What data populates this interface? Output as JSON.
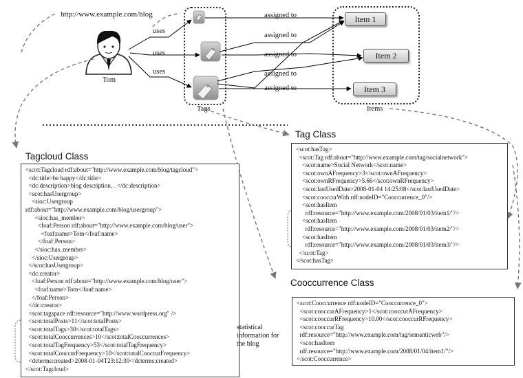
{
  "top": {
    "blog_url": "http://www.example.com/blog",
    "person_name": "Tom",
    "uses_labels": [
      "uses",
      "uses",
      "uses"
    ],
    "assigned_labels": [
      "assigned to",
      "assigned to",
      "assigned to",
      "assigned to",
      "assigned to"
    ],
    "tags_label": "Tags",
    "items_label": "Items",
    "items": [
      "Item 1",
      "Item 2",
      "Item 3"
    ]
  },
  "tagcloud_class": {
    "title": "Tagcloud Class",
    "lines": [
      "<scot:Tagcloud rdf:about=\"http://www.example.com/blog/tagcloud\">",
      "  <dc:title>be happy</dc:title>",
      "  <dc:description>blog description…</dc:description>",
      "  <scot:hasUsergroup>",
      "    <sioc:Usergroup",
      "rdf:about=\"http://www.example.com/blog/usergroup\">",
      "      <sioc:has_member>",
      "        <foaf:Person rdf:about=\"http://www.example.com/blog/user\">",
      "          <foaf:name>Tom</foaf:name>",
      "        </foaf:Person>",
      "      </sioc:has_member>",
      "    </sioc:Usergroup>",
      "  </scot:hasUsergroup>",
      "  <dc:creator>",
      "    <foaf:Person rdf:about=\"http://www.example.com/blog/user\">",
      "      <foaf:name>Tom</foaf:name>",
      "    </foaf:Person>",
      "  </dc:creator>",
      "  <scot:tagspace rdf:resource=\"http://www.wordpress.org\" />",
      "  <scot:totalPosts>11</scot:totalPosts>",
      "  <scot:totalTags>30</scot:totalTags>",
      "  <scot:totalCooccurrences>10</scot:totalCooccurrences>",
      "  <scot:totalTagFrequency>53</scot:totalTagFrequency>",
      "  <scot:totalCooccurFrequency>10</scot:totalCooccurFrequency>",
      "  <dcterms:created>2008-01-04T23:12:30</dcterms:created>",
      "</scot:Tagcloud>"
    ],
    "note": "statistical\ninformation for\nthe blog"
  },
  "tag_class": {
    "title": "Tag Class",
    "lines": [
      "<scot:hasTag>",
      "  <scot:Tag rdf:about=\"http://www.example.com/tag/socialnetwork\">",
      "    <scot:name>Social Network</scot:name>",
      "    <scot:ownAFrequency>3</scot:ownAFrequency>",
      "    <scot:ownRFrequency>5.66</scot:ownRFrequency>",
      "    <scot:lastUsedDate>2008-01-04 14:25:08</scot:lastUsedDate>",
      "    <scot:cooccurWith rdf:nodeID=\"Cooccurrence_0\"/>",
      "    <scot:hasItem",
      "      rdf:resource=\"http://www.example.com/2008/01/03/item1/\"/>",
      "    <scot:hasItem",
      "      rdf:resource=\"http://www.example.com/2008/01/03/item2/\"/>",
      "    <scot:hasItem",
      "      rdf:resource=\"http://www.example.com/2008/01/03/item3/\"/>",
      "  </scot:Tag>",
      "</scot:hasTag>"
    ]
  },
  "cooccurrence_class": {
    "title": "Cooccurrence Class",
    "lines": [
      "<scot:Cooccurrence rdf:nodeID=\"Cooccurrence_0\">",
      "  <scot:cooccurAFrequency>1</scot:cooccurAFrequency>",
      "  <scot:cooccurRFrequency>10.00</scot:cooccurRFrequency>",
      "  <scot:cooccurTag",
      "  rdf:resource=\"http://www.example.com/tag/semanticweb\"/>",
      "  <scot:hasItem",
      "  rdf:resource=\"http://www.example.com/2008/01/04/item1/\"/>",
      "</scot:Cooccurrence>"
    ]
  }
}
